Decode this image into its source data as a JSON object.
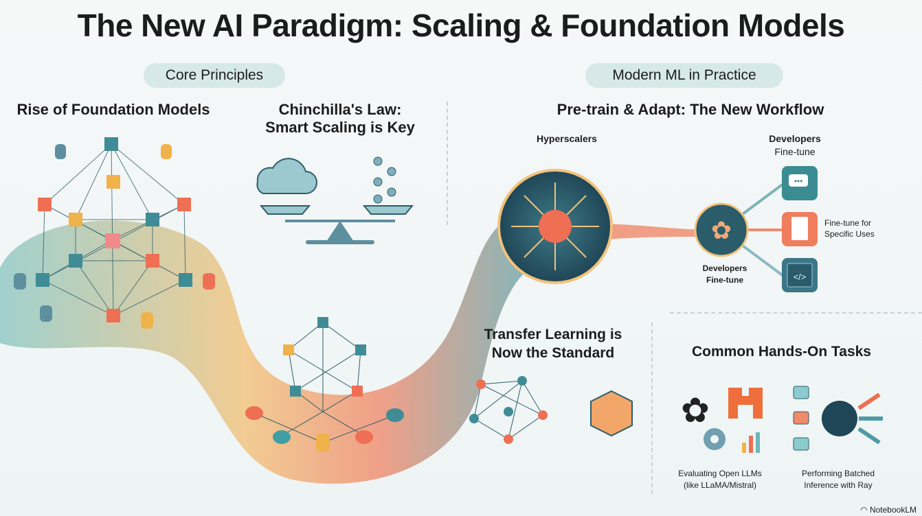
{
  "title": "The New AI Paradigm: Scaling & Foundation Models",
  "left": {
    "pill": "Core Principles",
    "foundation_heading": "Rise of Foundation Models",
    "chinchilla_heading_line1": "Chinchilla's Law:",
    "chinchilla_heading_line2": "Smart Scaling is Key"
  },
  "right": {
    "pill": "Modern ML in Practice",
    "workflow_heading": "Pre-train & Adapt: The New Workflow",
    "hyperscalers": "Hyperscalers",
    "dev_top_line1": "Developers",
    "dev_top_line2": "Fine-tune",
    "specific_line1": "Fine-tune for",
    "specific_line2": "Specific Uses",
    "dev_bottom_line1": "Developers",
    "dev_bottom_line2": "Fine-tune"
  },
  "transfer": {
    "line1": "Transfer Learning is",
    "line2": "Now the Standard"
  },
  "tasks": {
    "heading": "Common Hands-On Tasks",
    "eval_line1": "Evaluating Open LLMs",
    "eval_line2": "(like LLaMA/Mistral)",
    "batch_line1": "Performing Batched",
    "batch_line2": "Inference with Ray"
  },
  "branding": "NotebookLM",
  "colors": {
    "teal": "#3f8c96",
    "navy": "#2a5566",
    "coral": "#ef6f54",
    "gold": "#f0b24a",
    "pill": "#d6e9e8"
  }
}
